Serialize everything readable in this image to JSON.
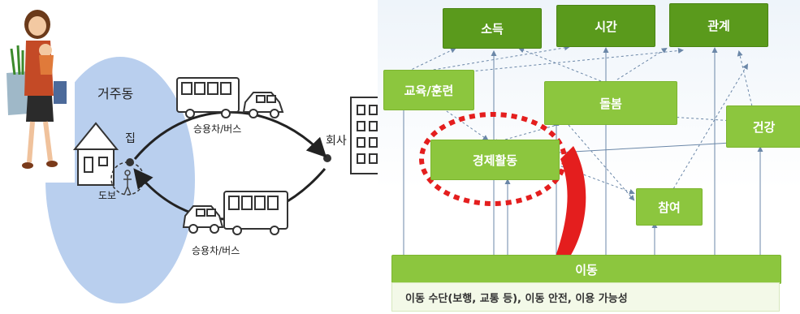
{
  "left_diagram": {
    "residence_label": "거주동",
    "home_label": "집",
    "walk_label": "도보",
    "company_label": "회사",
    "vehicle_top_label": "승용차/버스",
    "vehicle_bottom_label": "승용차/버스"
  },
  "right_diagram": {
    "boxes": {
      "income": "소득",
      "time": "시간",
      "relation": "관계",
      "education": "교육/훈련",
      "care": "돌봄",
      "health": "건강",
      "economic": "경제활동",
      "participation": "참여",
      "mobility": "이동"
    },
    "mobility_description": "이동 수단(보행, 교통 등),  이동 안전, 이용 가능성"
  },
  "colors": {
    "dark_green": "#5a9a1c",
    "light_green": "#8cc63e",
    "highlight_red": "#e41e1e",
    "circle_blue": "#b9cfee",
    "arrow_blue": "#6b87a8"
  }
}
